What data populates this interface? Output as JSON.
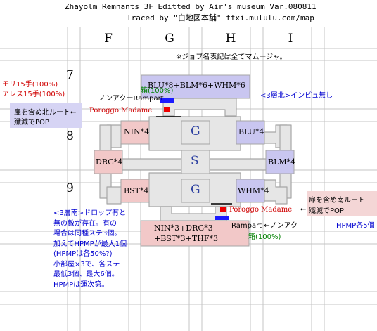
{
  "header": {
    "line1": "Zhayolm Remnants 3F    Editted by Air's museum Var.080811",
    "line2": "Traced by \"白地図本舗\" ffxi.mululu.com/map"
  },
  "grid": {
    "columns": [
      "F",
      "G",
      "H",
      "I"
    ],
    "rows": [
      "7",
      "8",
      "9"
    ]
  },
  "notes": {
    "job_note": "※ジョブ名表記は全てマムージャ。",
    "mori": "モリ15手(100%)",
    "ares": "アレス15手(100%)",
    "box_north": "箱(100%)",
    "nonak_rampart_north": "ノンアクーRampart",
    "north_route_1": "扉を含め北ルート←",
    "north_route_2": "殲滅でPOP",
    "poroggo_north": "Poroggo Madame",
    "north_impu": "<3層北>インピュ無し",
    "south_route_1": "扉を含め南ルート",
    "south_route_2": "殲滅でPOP",
    "poroggo_south": "Poroggo Madame",
    "poroggo_south_arrow": "←",
    "hpmp_each": "HPMP各5個",
    "rampart_south": "Rampart ←ノンアク",
    "box_south": "箱(100%)",
    "south_block": [
      "<3層南>ドロップ有と",
      "無の敵が存在。有の",
      "場合は同種ステ3個。",
      "加えてHPMPが最大1個",
      "(HPMPは各50%?)",
      "小部屋×3で、各ステ",
      "最低3個、最大6個。",
      "HPMPは運次第。"
    ]
  },
  "rooms": {
    "north_big": "BLU*8+BLM*6+WHM*6",
    "nin": "NIN*4",
    "g_top": "G",
    "blu": "BLU*4",
    "drg": "DRG*4",
    "s_center": "S",
    "blm": "BLM*4",
    "bst": "BST*4",
    "g_bottom": "G",
    "whm": "WHM*4",
    "south_big_1": "NIN*3+DRG*3",
    "south_big_2": "+BST*3+THF*3"
  },
  "colors": {
    "red_text": "#d00000",
    "blue_text": "#0000d0",
    "green_text": "#008000",
    "lavender_room": "#c9c6f0",
    "pink_room": "#f2c8c8",
    "corridor": "#e6e6e6",
    "corridor_border": "#a6a6a6",
    "door_blue": "#1a1aff",
    "marker_red": "#ee0000"
  }
}
